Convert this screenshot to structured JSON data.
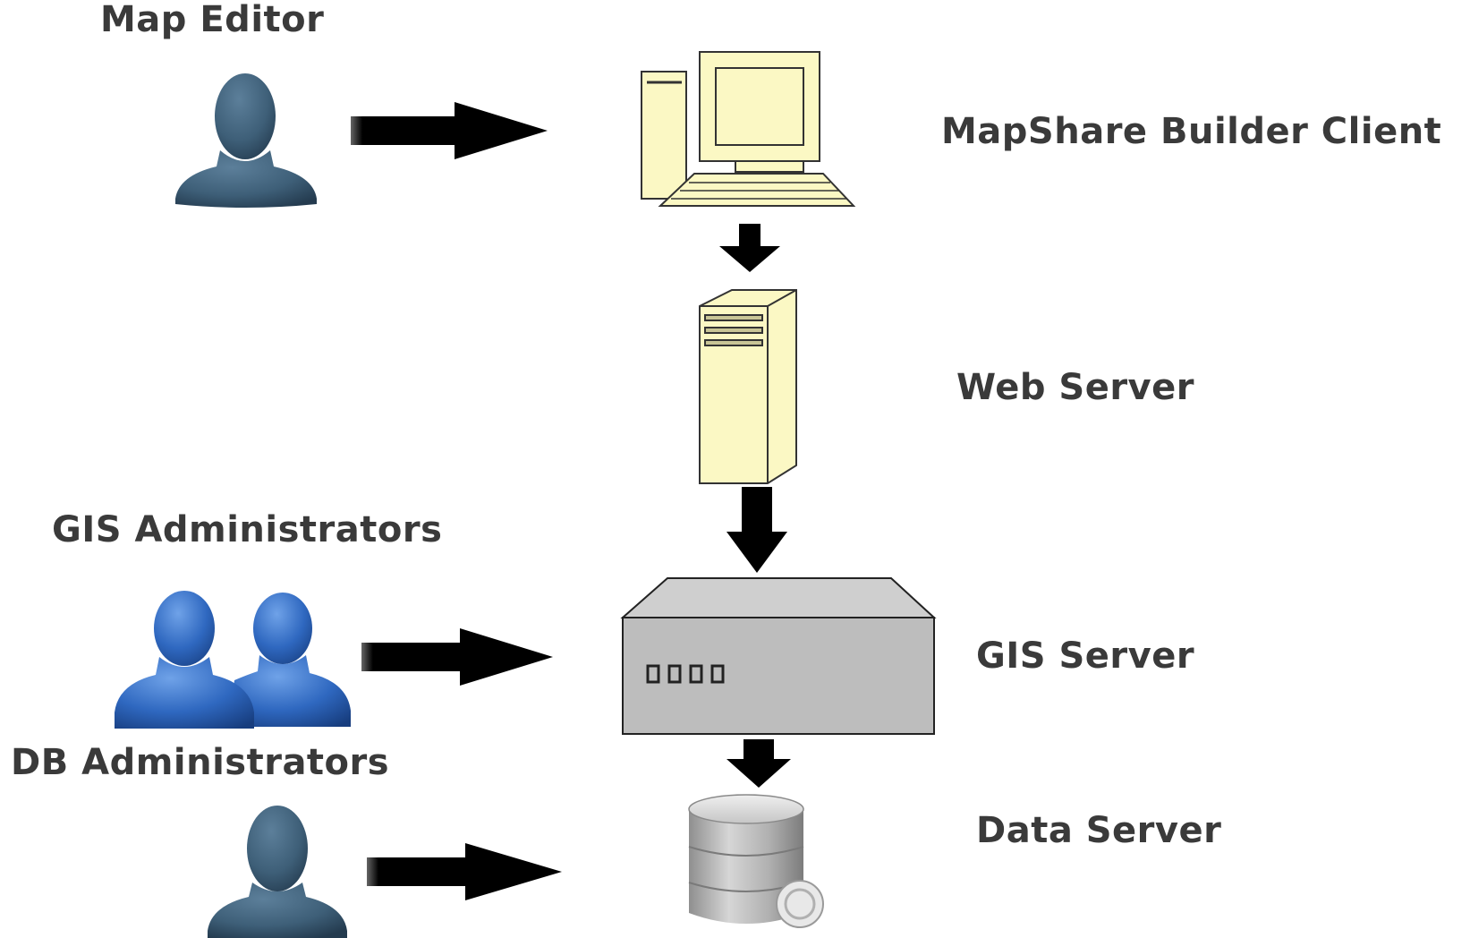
{
  "roles": {
    "map_editor": "Map Editor",
    "gis_administrators": "GIS Administrators",
    "db_administrators": "DB Administrators"
  },
  "components": {
    "client": "MapShare Builder Client",
    "web_server": "Web Server",
    "gis_server": "GIS Server",
    "data_server": "Data Server"
  },
  "icons": {
    "single_user": "user-icon",
    "user_group": "user-group-icon",
    "client": "desktop-computer-icon",
    "web_server": "tower-server-icon",
    "gis_server": "rack-server-icon",
    "data_server": "database-icon"
  },
  "colors": {
    "single_user": "#3e5f78",
    "user_group": "#2a5fae",
    "hardware_fill": "#fbf8c4",
    "gis_server_fill": "#bdbdbd",
    "database_fill": "#a9a9a9",
    "arrow": "#000000",
    "label_text": "#3a3a3a"
  }
}
